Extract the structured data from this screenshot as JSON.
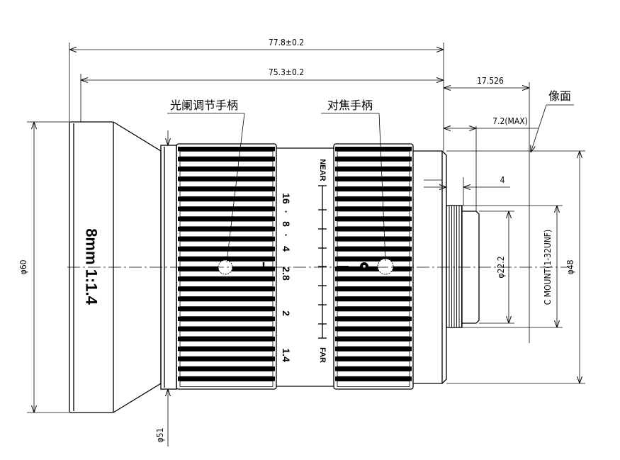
{
  "dimensions": {
    "overall_length": "77.8±0.2",
    "body_length": "75.3±0.2",
    "flange_back": "17.526",
    "max_protrusion": "7.2(MAX)",
    "thread_depth": "4",
    "front_diameter": "φ60",
    "barrel_diameter": "φ51",
    "rear_diameter": "φ48",
    "mount_inner_diameter": "φ22.2",
    "mount_thread": "C MOUNT(1-32UNF)"
  },
  "labels": {
    "image_plane": "像面",
    "aperture_ring": "光阑调节手柄",
    "focus_ring": "对焦手柄"
  },
  "lens": {
    "model_marking": "8mm 1:1.4"
  },
  "aperture_scale": [
    "16",
    "8",
    "4",
    "2.8",
    "2",
    "1.4"
  ],
  "focus_scale": {
    "near": "NEAR",
    "far": "FAR"
  }
}
